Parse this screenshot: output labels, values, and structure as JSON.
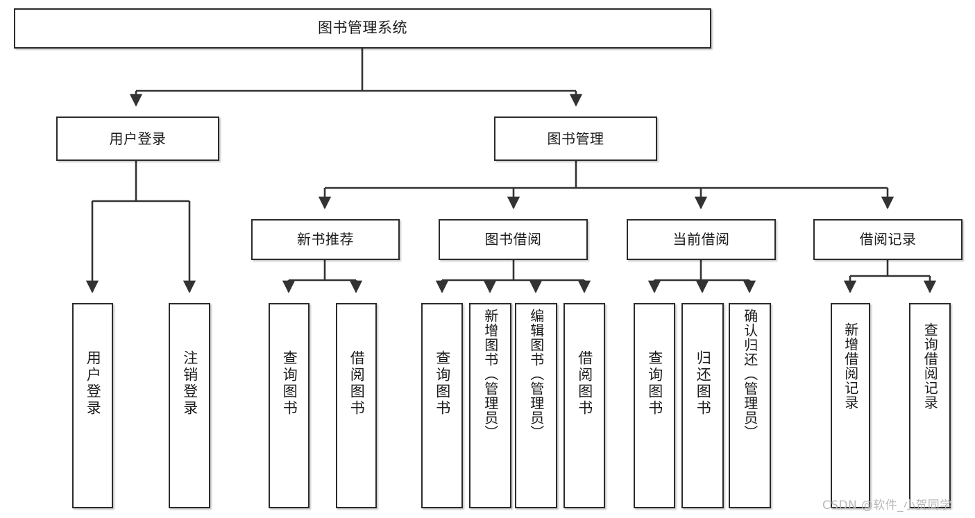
{
  "diagram": {
    "type": "tree",
    "title": "图书管理系统",
    "watermark": "CSDN @软件_小贺同学",
    "colors": {
      "box_border": "#2b2b2b",
      "box_fill": "#ffffff",
      "connector": "#333333",
      "text": "#1b1b1b",
      "watermark": "#b9b9b9"
    },
    "nodes": {
      "root": {
        "label": "图书管理系统"
      },
      "level2": [
        {
          "id": "user-login",
          "label": "用户登录"
        },
        {
          "id": "book-manage",
          "label": "图书管理"
        }
      ],
      "level3": [
        {
          "id": "new-book-recommend",
          "label": "新书推荐"
        },
        {
          "id": "book-borrow",
          "label": "图书借阅"
        },
        {
          "id": "current-borrow",
          "label": "当前借阅"
        },
        {
          "id": "borrow-record",
          "label": "借阅记录"
        }
      ],
      "leaves": {
        "user-login": [
          {
            "id": "leaf-user-login",
            "label": "用户登录"
          },
          {
            "id": "leaf-logout",
            "label": "注销登录"
          }
        ],
        "new-book-recommend": [
          {
            "id": "leaf-query-book-1",
            "label": "查询图书"
          },
          {
            "id": "leaf-borrow-book-1",
            "label": "借阅图书"
          }
        ],
        "book-borrow": [
          {
            "id": "leaf-query-book-2",
            "label": "查询图书"
          },
          {
            "id": "leaf-add-book",
            "label": "新增图书（管理员）"
          },
          {
            "id": "leaf-edit-book",
            "label": "编辑图书（管理员）"
          },
          {
            "id": "leaf-borrow-book-2",
            "label": "借阅图书"
          }
        ],
        "current-borrow": [
          {
            "id": "leaf-query-book-3",
            "label": "查询图书"
          },
          {
            "id": "leaf-return-book",
            "label": "归还图书"
          },
          {
            "id": "leaf-confirm-return",
            "label": "确认归还（管理员）"
          }
        ],
        "borrow-record": [
          {
            "id": "leaf-add-record",
            "label": "新增借阅记录"
          },
          {
            "id": "leaf-query-record",
            "label": "查询借阅记录"
          }
        ]
      }
    }
  }
}
